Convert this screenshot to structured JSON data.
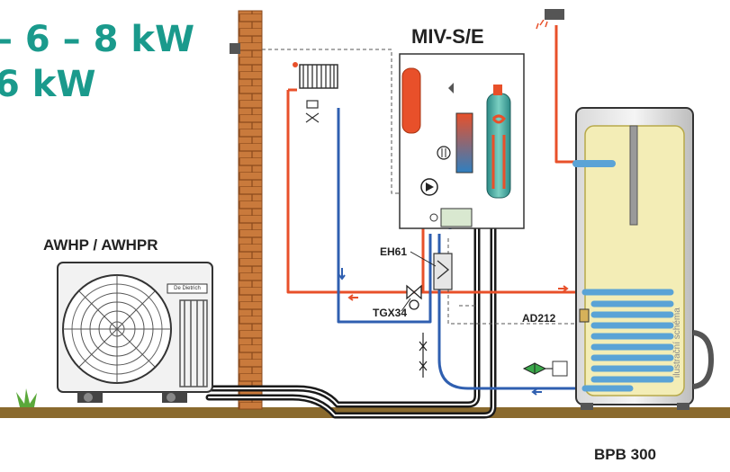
{
  "title": {
    "line1": "– 6 – 8 kW",
    "line2": "6 kW"
  },
  "labels": {
    "indoor_unit": "MIV-S/E",
    "outdoor_unit": "AWHP / AWHPR",
    "electric_heater": "EH61",
    "three_way_valve": "TGX34",
    "sensor": "AD212",
    "tank": "BPB 300",
    "brand": "De Dietrich"
  },
  "credit": "ilustrační schéma",
  "colors": {
    "title": "#1a9a8c",
    "hot_pipe": "#e8502a",
    "cold_pipe": "#2f5fb0",
    "refrigerant_pipe": "#1a1a1a",
    "tank_body": "#f3edb6",
    "ground": "#8a6a2e",
    "wall": "#c97a3c"
  }
}
